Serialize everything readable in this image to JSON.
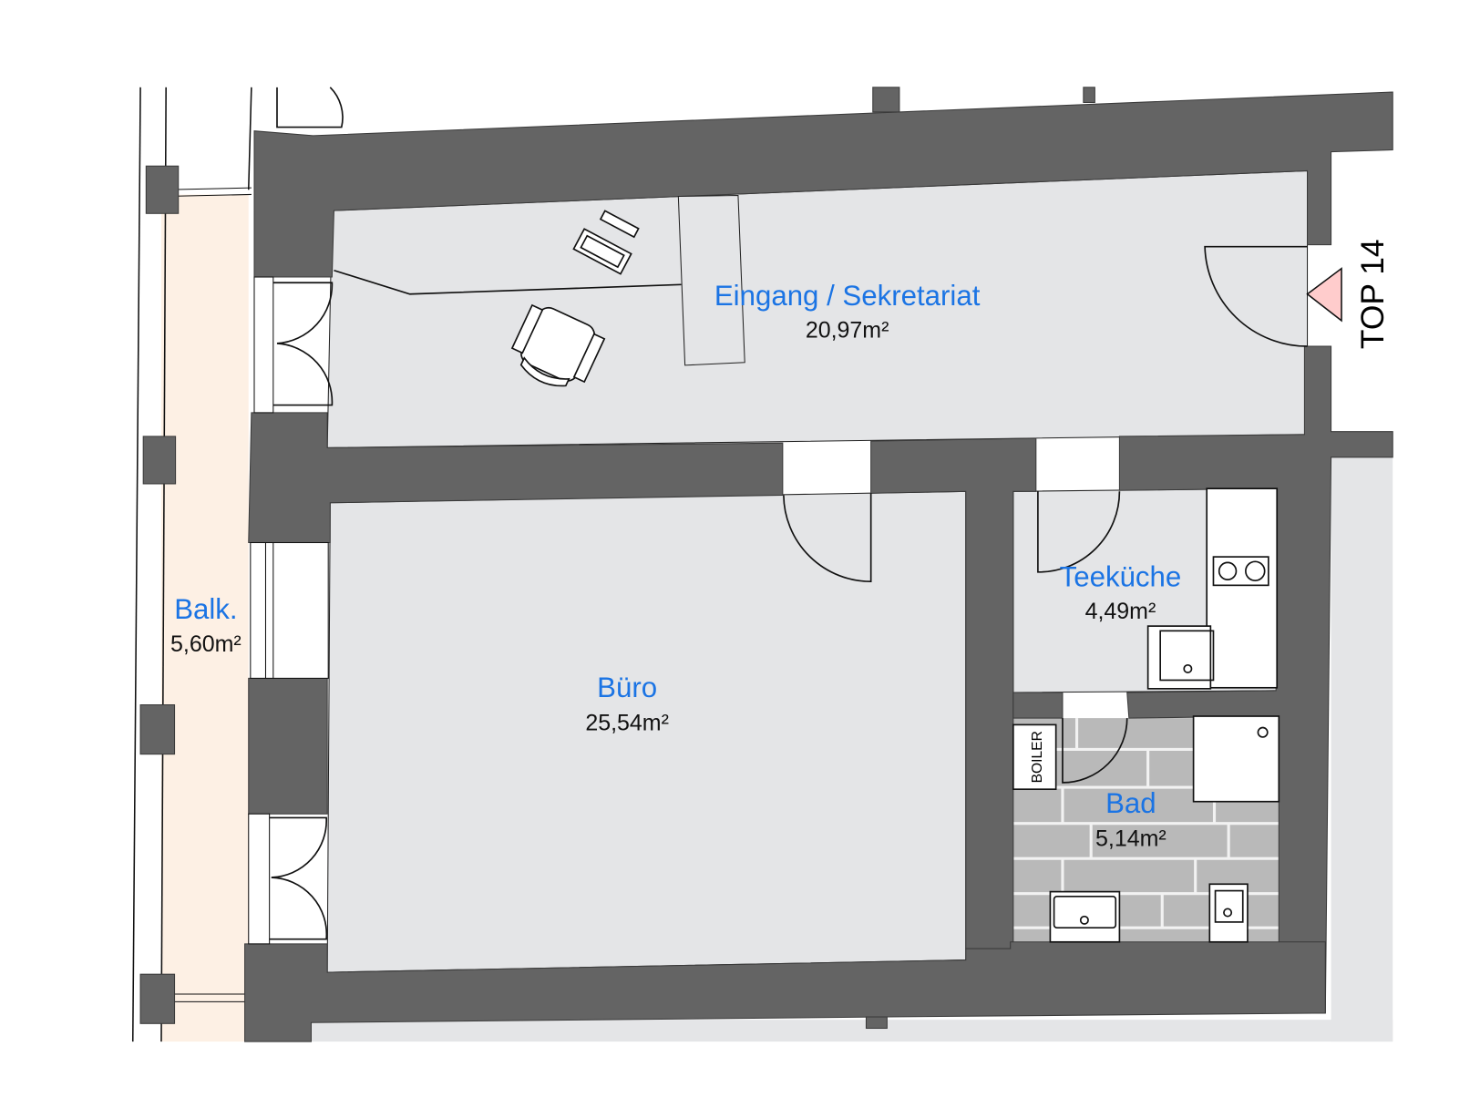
{
  "rooms": {
    "eingang": {
      "name": "Eingang / Sekretariat",
      "area": "20,97m²"
    },
    "buero": {
      "name": "Büro",
      "area": "25,54m²"
    },
    "teekueche": {
      "name": "Teeküche",
      "area": "4,49m²"
    },
    "bad": {
      "name": "Bad",
      "area": "5,14m²"
    },
    "balkon": {
      "name": "Balk.",
      "area": "5,60m²"
    }
  },
  "unit_label": "TOP 14",
  "boiler_label": "BOILER",
  "colors": {
    "wall": "#646464",
    "room": "#e4e5e7",
    "balcony": "#fdf0e4",
    "tiles": "#b9b9b9",
    "label": "#1b74e4",
    "entrance_marker": "#ffcccc"
  }
}
